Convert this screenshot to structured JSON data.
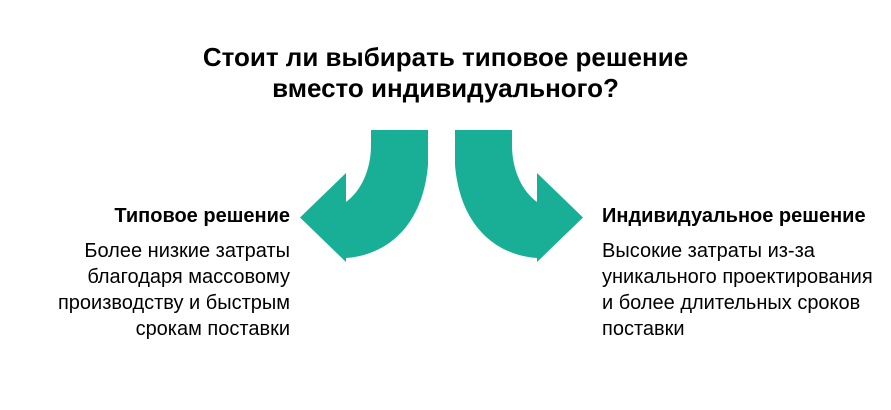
{
  "title": {
    "text": "Стоит ли выбирать типовое решение\nвместо индивидуального?"
  },
  "branches": {
    "left": {
      "heading": "Типовое решение",
      "description": "Более низкие затраты\nблагодаря массовому\nпроизводству и быстрым\nсрокам поставки"
    },
    "right": {
      "heading": "Индивидуальное решение",
      "description": "Высокие затраты из-за\nуникального проектирования\nи более длительных сроков\nпоставки"
    }
  },
  "icons": {
    "left": "fork-arrow-left-icon",
    "right": "fork-arrow-right-icon"
  },
  "colors": {
    "arrow": "#19AF96",
    "text": "#000000",
    "background": "#FFFFFF"
  }
}
